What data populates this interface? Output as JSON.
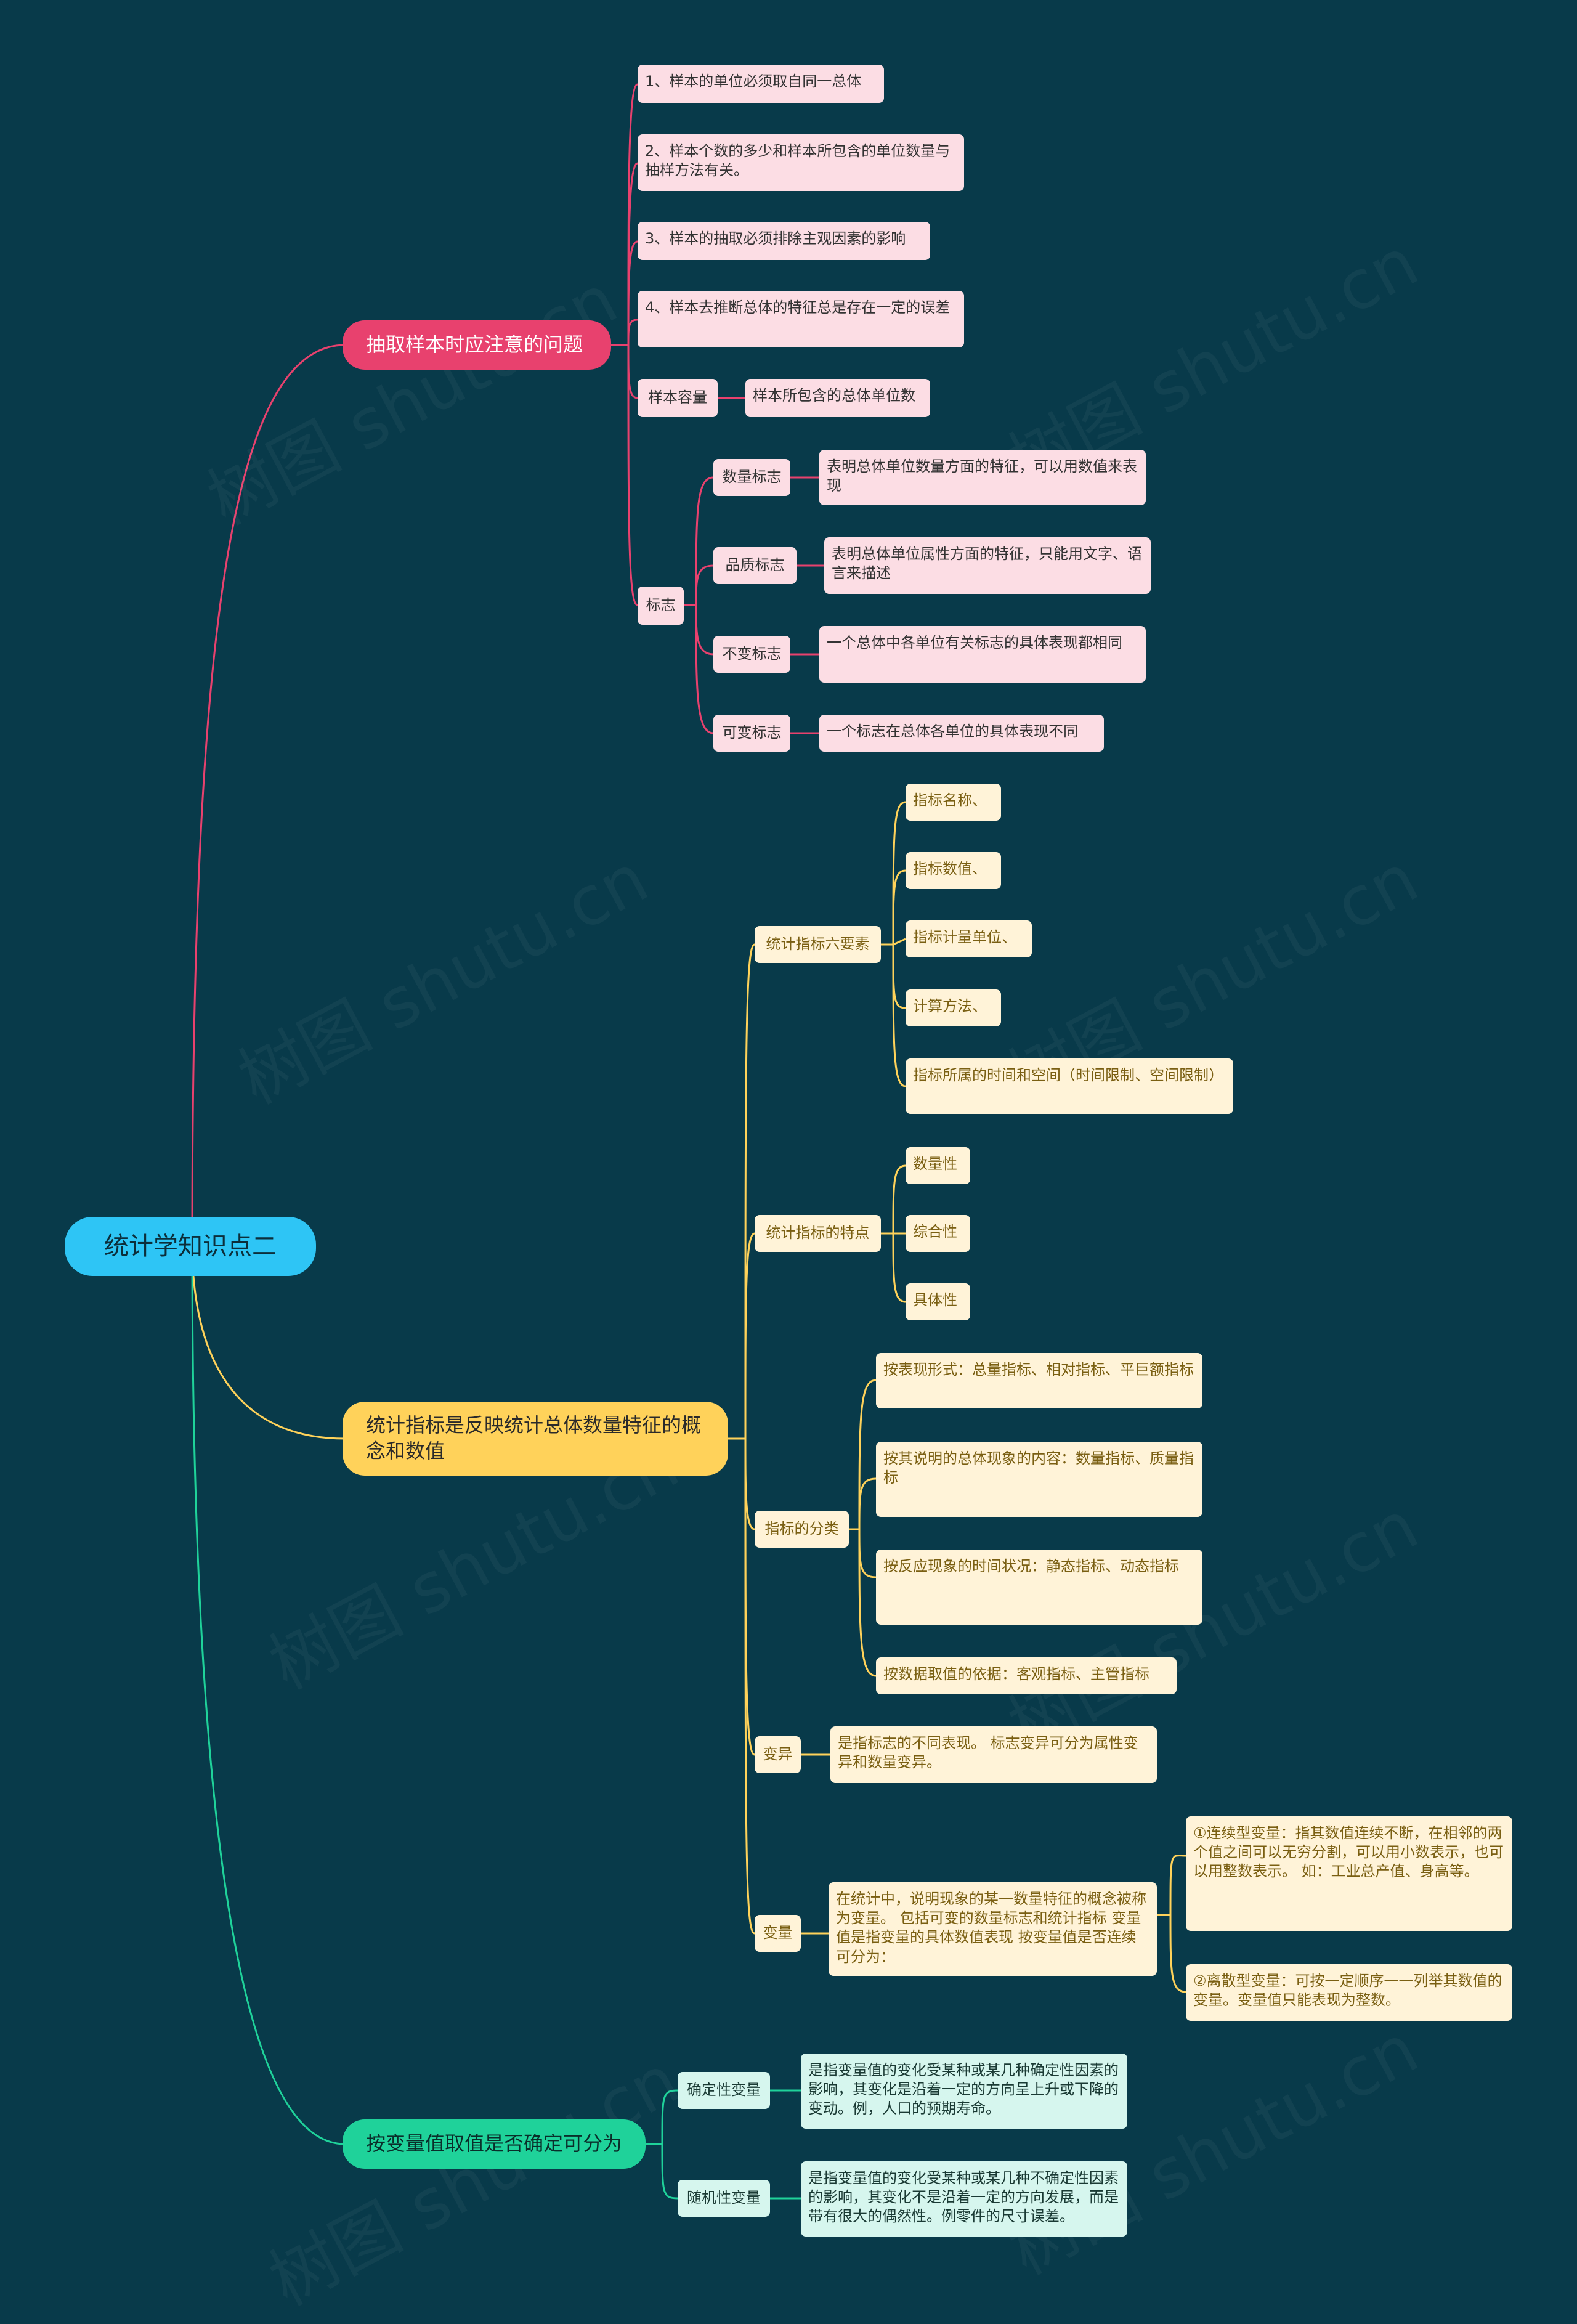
{
  "root": {
    "label": "统计学知识点二"
  },
  "colors": {
    "background": "#083A4A",
    "root": "#2EC5F5",
    "branch1": "#E8416E",
    "branch2": "#FFD25A",
    "branch3": "#1FD29A"
  },
  "branch1": {
    "title": "抽取样本时应注意的问题",
    "items": [
      "1、样本的单位必须取自同一总体",
      "2、样本个数的多少和样本所包含的单位数量与抽样方法有关。",
      "3、样本的抽取必须排除主观因素的影响",
      "4、样本去推断总体的特征总是存在一定的误差"
    ],
    "sample_size": {
      "label": "样本容量",
      "desc": "样本所包含的总体单位数"
    },
    "marker": {
      "label": "标志",
      "children": [
        {
          "label": "数量标志",
          "desc": "表明总体单位数量方面的特征，可以用数值来表现"
        },
        {
          "label": "品质标志",
          "desc": "表明总体单位属性方面的特征，只能用文字、语言来描述"
        },
        {
          "label": "不变标志",
          "desc": " 一个总体中各单位有关标志的具体表现都相同"
        },
        {
          "label": "可变标志",
          "desc": "一个标志在总体各单位的具体表现不同"
        }
      ]
    }
  },
  "branch2": {
    "title": "统计指标是反映统计总体数量特征的概念和数值",
    "six": {
      "label": "统计指标六要素",
      "items": [
        "指标名称、",
        "指标数值、",
        "指标计量单位、",
        "计算方法、",
        "指标所属的时间和空间（时间限制、空间限制）"
      ]
    },
    "features": {
      "label": "统计指标的特点",
      "items": [
        "数量性",
        "综合性",
        "具体性"
      ]
    },
    "classification": {
      "label": "指标的分类",
      "items": [
        "按表现形式：总量指标、相对指标、平巨额指标",
        "按其说明的总体现象的内容：数量指标、质量指标",
        "按反应现象的时间状况：静态指标、动态指标",
        "按数据取值的依据：客观指标、主管指标"
      ]
    },
    "variation": {
      "label": "变异",
      "desc": "是指标志的不同表现。 标志变异可分为属性变异和数量变异。"
    },
    "variable": {
      "label": "变量",
      "desc": "在统计中，说明现象的某一数量特征的概念被称为变量。 包括可变的数量标志和统计指标 变量值是指变量的具体数值表现 按变量值是否连续可分为：",
      "types": [
        "①连续型变量：指其数值连续不断，在相邻的两个值之间可以无穷分割，可以用小数表示，也可以用整数表示。 如：工业总产值、身高等。",
        "②离散型变量：可按一定顺序一一列举其数值的变量。变量值只能表现为整数。"
      ]
    }
  },
  "branch3": {
    "title": "按变量值取值是否确定可分为",
    "items": [
      {
        "label": "确定性变量",
        "desc": "是指变量值的变化受某种或某几种确定性因素的影响，其变化是沿着一定的方向呈上升或下降的变动。例，人口的预期寿命。"
      },
      {
        "label": "随机性变量",
        "desc": "是指变量值的变化受某种或某几种不确定性因素的影响，其变化不是沿着一定的方向发展，而是带有很大的偶然性。例零件的尺寸误差。"
      }
    ]
  }
}
